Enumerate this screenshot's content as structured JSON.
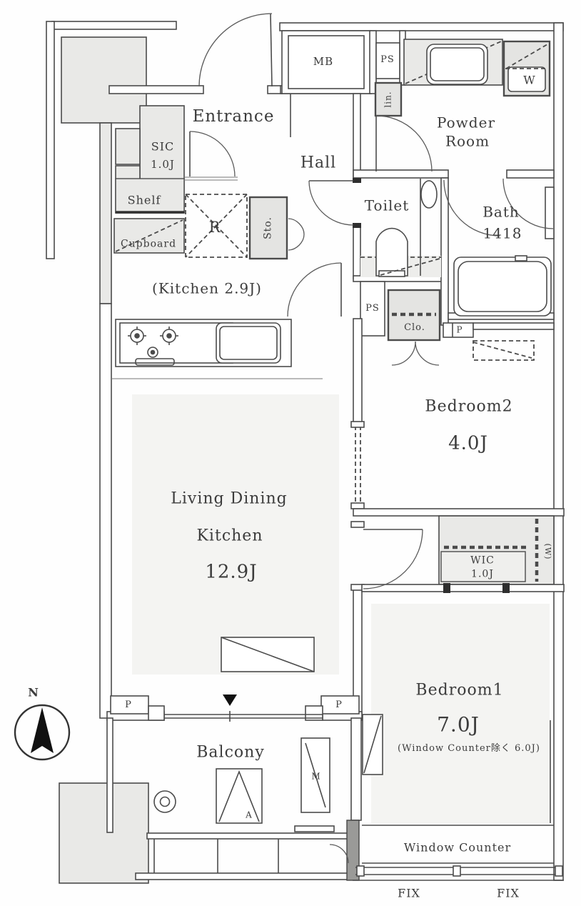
{
  "floorplan": {
    "title": "1LDK+2BR apartment floor plan",
    "colors": {
      "wall": "#4b4b4b",
      "fill_gray": "#e9e9e7",
      "floor_tint": "#f4f4f2",
      "accent_dark": "#2e2e2e"
    },
    "compass": {
      "north": "N"
    },
    "labels": {
      "entrance": "Entrance",
      "hall": "Hall",
      "sic_name": "SIC",
      "sic_size": "1.0J",
      "shelf": "Shelf",
      "cupboard": "Cupboard",
      "fridge": "R",
      "storage": "Sto.",
      "kitchen": "(Kitchen 2.9J)",
      "meter_box": "MB",
      "ps": "PS",
      "linen": "lin.",
      "powder_line1": "Powder",
      "powder_line2": "Room",
      "washer": "W",
      "toilet": "Toilet",
      "bath_name": "Bath",
      "bath_size": "1418",
      "closet": "Clo.",
      "pillar": "P",
      "bedroom2_name": "Bedroom2",
      "bedroom2_size": "4.0J",
      "ldk_line1": "Living Dining",
      "ldk_line2": "Kitchen",
      "ldk_size": "12.9J",
      "wic_name": "WIC",
      "wic_size": "1.0J",
      "wic_washer": "(W)",
      "bedroom1_name": "Bedroom1",
      "bedroom1_size": "7.0J",
      "bedroom1_note": "(Window Counter除く 6.0J)",
      "balcony": "Balcony",
      "ac_unit": "A",
      "meter_unit": "M",
      "window_counter": "Window Counter",
      "fix": "FIX"
    }
  }
}
